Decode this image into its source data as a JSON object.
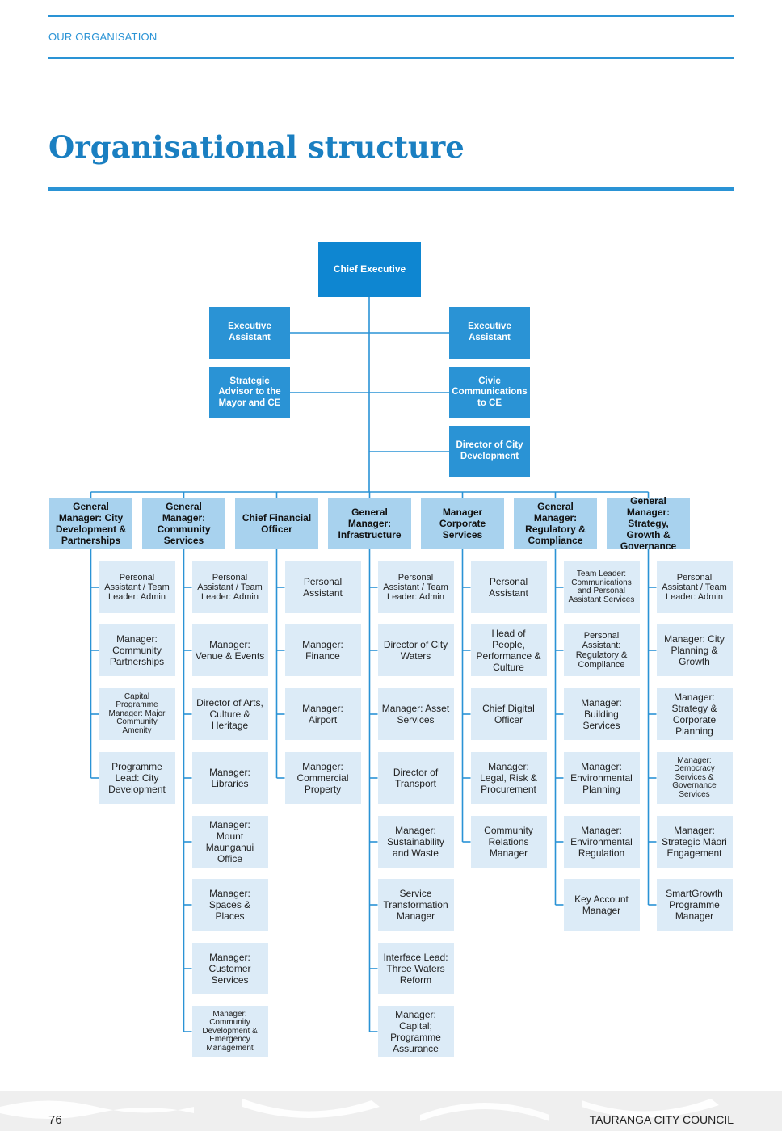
{
  "header": {
    "section": "OUR ORGANISATION",
    "title": "Organisational structure"
  },
  "org": {
    "ceo": "Chief Executive",
    "office_left": [
      "Executive Assistant",
      "Strategic Advisor to the Mayor and CE"
    ],
    "office_right": [
      "Executive Assistant",
      "Civic Communications to CE",
      "Director of City Development"
    ],
    "divisions": [
      {
        "head": "General Manager: City Development & Partnerships",
        "reports": [
          "Personal Assistant / Team Leader: Admin",
          "Manager: Community Partnerships",
          "Capital Programme Manager: Major Community Amenity",
          "Programme Lead: City Development"
        ]
      },
      {
        "head": "General Manager: Community Services",
        "reports": [
          "Personal Assistant / Team Leader: Admin",
          "Manager: Venue & Events",
          "Director of Arts, Culture & Heritage",
          "Manager: Libraries",
          "Manager: Mount Maunganui Office",
          "Manager: Spaces & Places",
          "Manager: Customer Services",
          "Manager: Community Development & Emergency Management"
        ]
      },
      {
        "head": "Chief Financial Officer",
        "reports": [
          "Personal Assistant",
          "Manager: Finance",
          "Manager: Airport",
          "Manager: Commercial Property"
        ]
      },
      {
        "head": "General Manager: Infrastructure",
        "reports": [
          "Personal Assistant / Team Leader: Admin",
          "Director of City Waters",
          "Manager: Asset Services",
          "Director of Transport",
          "Manager: Sustainability and Waste",
          "Service Transformation Manager",
          "Interface Lead: Three Waters Reform",
          "Manager: Capital; Programme Assurance"
        ]
      },
      {
        "head": "Manager Corporate Services",
        "reports": [
          "Personal Assistant",
          "Head of People, Performance & Culture",
          "Chief Digital Officer",
          "Manager: Legal, Risk & Procurement",
          "Community Relations Manager"
        ]
      },
      {
        "head": "General Manager: Regulatory & Compliance",
        "reports": [
          "Team Leader: Communications and Personal Assistant Services",
          "Personal Assistant: Regulatory & Compliance",
          "Manager: Building Services",
          "Manager: Environmental Planning",
          "Manager: Environmental Regulation",
          "Key Account Manager"
        ]
      },
      {
        "head": "General Manager: Strategy, Growth & Governance",
        "reports": [
          "Personal Assistant / Team Leader: Admin",
          "Manager: City Planning & Growth",
          "Manager: Strategy & Corporate Planning",
          "Manager: Democracy Services & Governance Services",
          "Manager: Strategic Māori Engagement",
          "SmartGrowth Programme Manager"
        ]
      }
    ]
  },
  "footer": {
    "page_number": "76",
    "organisation": "TAURANGA CITY COUNCIL"
  },
  "colors": {
    "accent": "#2a93d5",
    "title": "#1a7fc1",
    "head_fill": "#a8d2ee",
    "sub_fill": "#dcebf7"
  }
}
